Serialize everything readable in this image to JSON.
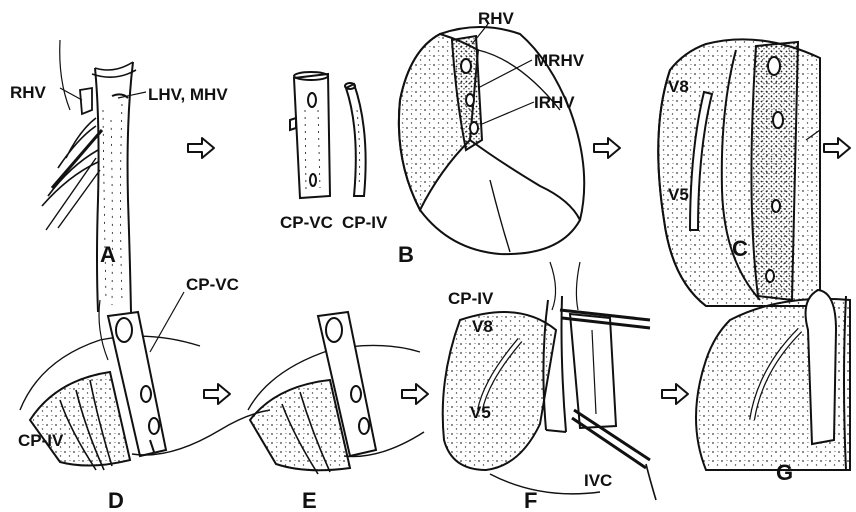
{
  "colors": {
    "ink": "#111111",
    "stipple": "#3a3a3a",
    "background": "#ffffff"
  },
  "panel_letters": {
    "a": "A",
    "b": "B",
    "c": "C",
    "d": "D",
    "e": "E",
    "f": "F",
    "g": "G"
  },
  "panel_a": {
    "rhv": "RHV",
    "lhv_mhv": "LHV, MHV"
  },
  "panel_b": {
    "cp_vc": "CP-VC",
    "cp_iv": "CP-IV",
    "rhv": "RHV",
    "mrhv": "MRHV",
    "irhv": "IRHV"
  },
  "panel_c": {
    "v8": "V8",
    "v5": "V5"
  },
  "panel_d": {
    "cp_vc": "CP-VC",
    "cp_iv": "CP-IV"
  },
  "panel_f": {
    "cp_iv": "CP-IV",
    "v8": "V8",
    "v5": "V5",
    "ivc": "IVC"
  },
  "icons": [
    "right-arrow-icon"
  ]
}
